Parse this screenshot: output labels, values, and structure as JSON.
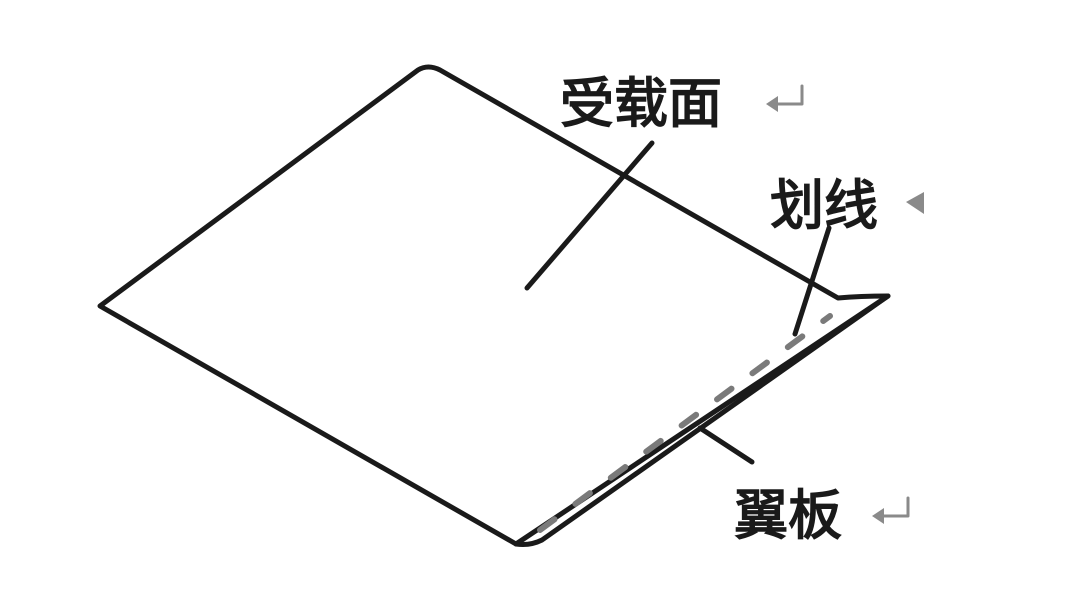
{
  "labels": {
    "load_surface": "受载面",
    "score_line": "划线",
    "wing_flap": "翼板"
  },
  "colors": {
    "stroke": "#1a1a1a",
    "dashed_line": "#7a7a7a",
    "marks": "#8a8a8a",
    "background": "#ffffff"
  },
  "icons": {
    "paragraph_mark": "return-arrow-icon",
    "triangle_mark": "left-triangle-icon"
  }
}
